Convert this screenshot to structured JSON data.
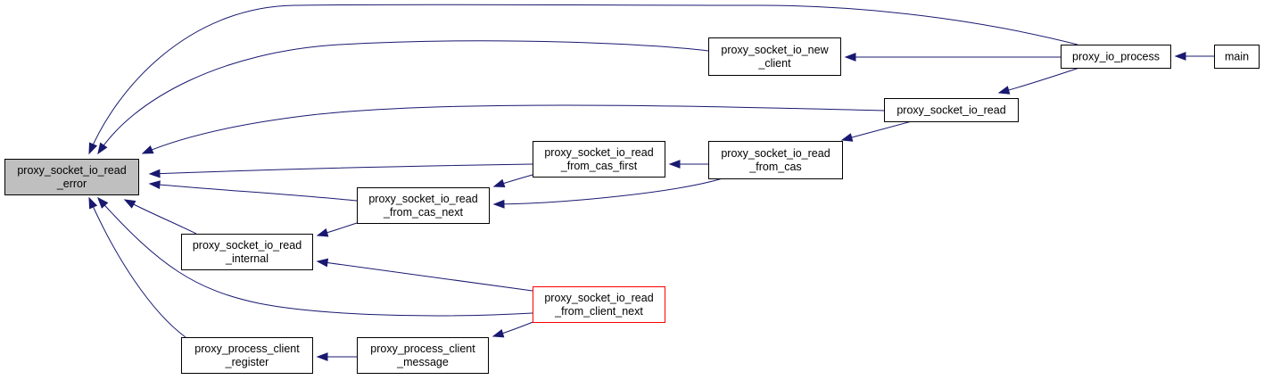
{
  "colors": {
    "edge": "#191970",
    "focus_fill": "#bfbfbf",
    "node_fill": "#ffffff",
    "node_border": "#000000",
    "truncated_border": "#ff0000"
  },
  "nodes": {
    "read_error": {
      "lines": [
        "proxy_socket_io_read",
        "_error"
      ],
      "focus": true
    },
    "read_internal": {
      "lines": [
        "proxy_socket_io_read",
        "_internal"
      ]
    },
    "client_register": {
      "lines": [
        "proxy_process_client",
        "_register"
      ]
    },
    "cas_next": {
      "lines": [
        "proxy_socket_io_read",
        "_from_cas_next"
      ]
    },
    "client_message": {
      "lines": [
        "proxy_process_client",
        "_message"
      ]
    },
    "cas_first": {
      "lines": [
        "proxy_socket_io_read",
        "_from_cas_first"
      ]
    },
    "client_next": {
      "lines": [
        "proxy_socket_io_read",
        "_from_client_next"
      ],
      "truncated": true
    },
    "new_client": {
      "lines": [
        "proxy_socket_io_new",
        "_client"
      ]
    },
    "from_cas": {
      "lines": [
        "proxy_socket_io_read",
        "_from_cas"
      ]
    },
    "io_read": {
      "lines": [
        "proxy_socket_io_read"
      ]
    },
    "io_process": {
      "lines": [
        "proxy_io_process"
      ]
    },
    "main": {
      "lines": [
        "main"
      ]
    }
  },
  "edges": [
    {
      "from": "io_process",
      "to": "read_error"
    },
    {
      "from": "new_client",
      "to": "read_error"
    },
    {
      "from": "io_read",
      "to": "read_error"
    },
    {
      "from": "cas_first",
      "to": "read_error"
    },
    {
      "from": "cas_next",
      "to": "read_error"
    },
    {
      "from": "read_internal",
      "to": "read_error"
    },
    {
      "from": "client_next",
      "to": "read_error"
    },
    {
      "from": "client_register",
      "to": "read_error"
    },
    {
      "from": "cas_next",
      "to": "read_internal"
    },
    {
      "from": "client_next",
      "to": "read_internal"
    },
    {
      "from": "client_message",
      "to": "client_register"
    },
    {
      "from": "cas_first",
      "to": "cas_next"
    },
    {
      "from": "from_cas",
      "to": "cas_next"
    },
    {
      "from": "client_next",
      "to": "client_message"
    },
    {
      "from": "from_cas",
      "to": "cas_first"
    },
    {
      "from": "io_read",
      "to": "from_cas"
    },
    {
      "from": "io_process",
      "to": "new_client"
    },
    {
      "from": "io_process",
      "to": "io_read"
    },
    {
      "from": "main",
      "to": "io_process"
    }
  ]
}
